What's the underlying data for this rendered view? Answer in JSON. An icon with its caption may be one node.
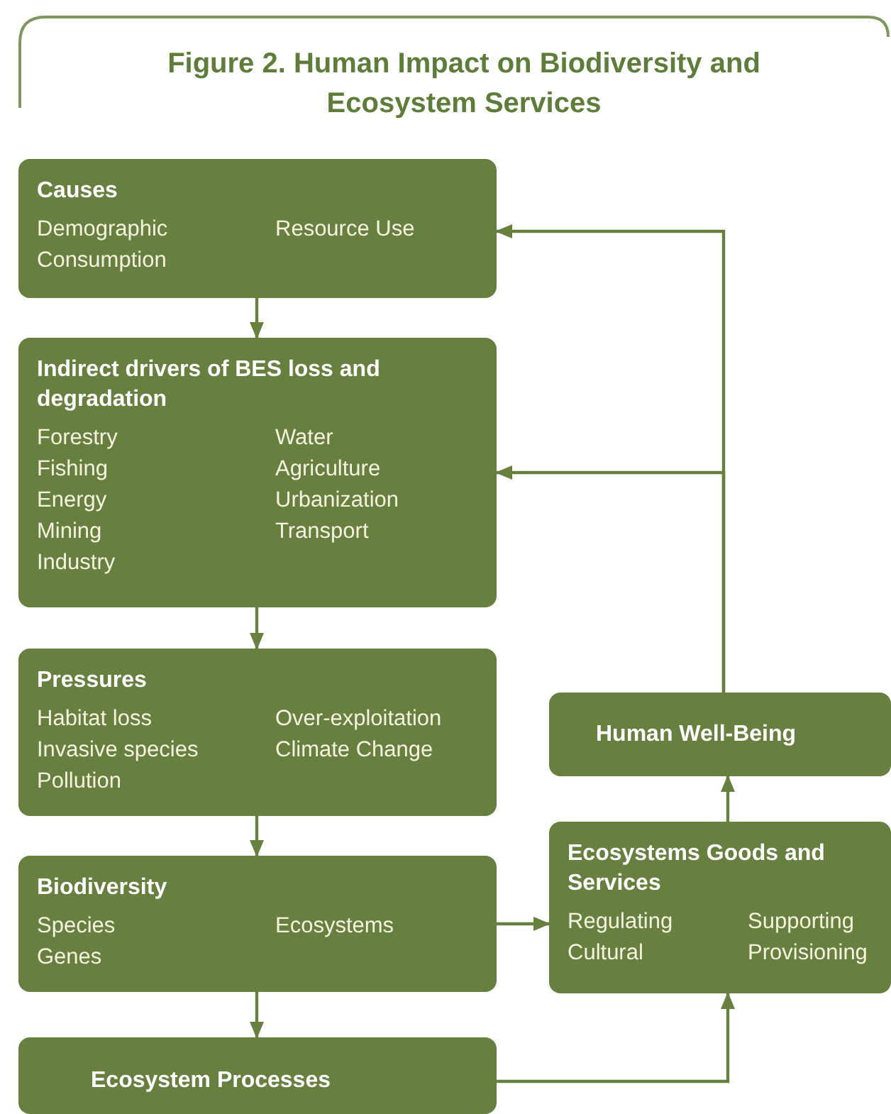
{
  "diagram": {
    "title": "Figure 2. Human Impact on Biodiversity and Ecosystem Services",
    "nodes": [
      {
        "text": [
          "Causes",
          "Demographic",
          "Resource Use",
          "Consumption"
        ]
      },
      {
        "text": [
          "Indirect drivers of BES loss and degradation",
          "Forestry",
          "Water",
          "Fishing",
          "Agriculture",
          "Energy",
          "Urbanization",
          "Mining",
          "Transport",
          "Industry"
        ]
      },
      {
        "text": [
          "Pressures",
          "Habitat loss",
          "Over-exploitation",
          "Invasive species",
          "Climate Change",
          "Pollution"
        ]
      },
      {
        "text": [
          "Biodiversity",
          "Species",
          "Ecosystems",
          "Genes"
        ]
      },
      {
        "text": [
          "Ecosystem Processes"
        ]
      },
      {
        "text": [
          "Ecosystems Goods and Services",
          "Regulating",
          "Supporting",
          "Cultural",
          "Provisioning"
        ]
      },
      {
        "text": [
          "Human Well-Being"
        ]
      }
    ],
    "edges": [
      {
        "from": 0,
        "to": 1,
        "arrow": "to"
      },
      {
        "from": 1,
        "to": 2,
        "arrow": "to"
      },
      {
        "from": 2,
        "to": 3,
        "arrow": "to"
      },
      {
        "from": 3,
        "to": 4,
        "arrow": "to"
      },
      {
        "from": 3,
        "to": 5,
        "arrow": "to"
      },
      {
        "from": 4,
        "to": 5,
        "arrow": "to"
      },
      {
        "from": 5,
        "to": 6,
        "arrow": "to"
      },
      {
        "from": 6,
        "to": 0,
        "arrow": "to"
      },
      {
        "from": 6,
        "to": 1,
        "arrow": "to"
      }
    ]
  }
}
